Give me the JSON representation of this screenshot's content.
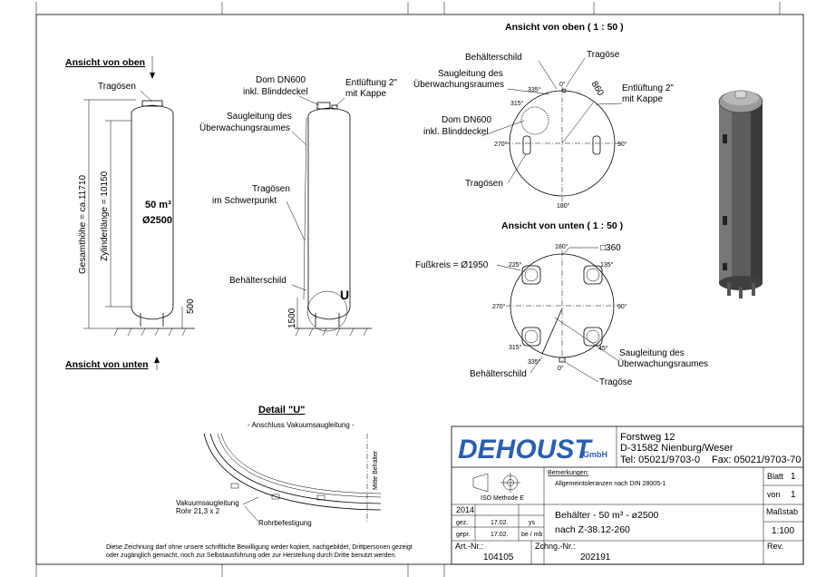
{
  "views": {
    "top_label": "Ansicht von oben",
    "bottom_label": "Ansicht von unten",
    "top_scale": "Ansicht von oben ( 1 : 50 )",
    "bottom_scale": "Ansicht von unten ( 1 : 50 )",
    "detail_title": "Detail \"U\"",
    "detail_sub": "- Anschluss Vakuumsaugleitung -"
  },
  "front": {
    "tragoesen": "Tragösen",
    "gesamthoehe": "Gesamthöhe = ca.11710",
    "zylinderlaenge": "Zylinderlänge = 10150",
    "volume": "50 m³",
    "diameter": "Ø2500",
    "dim_500": "500"
  },
  "side": {
    "dom1": "Dom DN600",
    "dom2": "inkl. Blinddeckel",
    "entl1": "Entlüftung 2\"",
    "entl2": "mit Kappe",
    "saug1": "Saugleitung des",
    "saug2": "Überwachungsraumes",
    "trag1": "Tragösen",
    "trag2": "im Schwerpunkt",
    "schild": "Behälterschild",
    "u": "U",
    "dim_1500": "1500"
  },
  "top_view": {
    "schild": "Behälterschild",
    "tragoese": "Tragöse",
    "saug1": "Saugleitung des",
    "saug2": "Überwachungsraumes",
    "dom1": "Dom DN600",
    "dom2": "inkl. Blinddeckel",
    "entl1": "Entlüftung 2\"",
    "entl2": "mit Kappe",
    "tragoesen": "Tragösen",
    "dim_860": "860",
    "a0": "0°",
    "a90": "90°",
    "a180": "180°",
    "a270": "270°",
    "a315": "315°",
    "a335": "335°"
  },
  "bottom_view": {
    "fusskreis": "Fußkreis = Ø1950",
    "sq360": "□360",
    "saug1": "Saugleitung des",
    "saug2": "Überwachungsraumes",
    "schild": "Behälterschild",
    "tragoese": "Tragöse",
    "a180": "180°",
    "a225": "225°",
    "a135": "135°",
    "a270": "270°",
    "a90": "90°",
    "a315": "315°",
    "a45": "45°",
    "a335": "335°",
    "a0": "0°"
  },
  "detail": {
    "vak1": "Vakuumsaugleitung",
    "vak2": "Rohr 21,3 x 2",
    "rohrbef": "Rohrbefestigung",
    "mitte": "Mitte Behälter"
  },
  "disclaimer1": "Diese Zeichnung darf ohne unsere schriftliche Bewilligung weder kopiert, nachgebildet, Drittpersonen gezeigt",
  "disclaimer2": "oder zugänglich gemacht, noch zur Selbstausführung oder zur Herstellung durch Dritte benutzt werden.",
  "title_block": {
    "logo": "DEHOUST",
    "logo_suffix": "GmbH",
    "street": "Forstweg 12",
    "city": "D-31582 Nienburg/Weser",
    "tel": "Tel: 05021/9703-0",
    "fax": "Fax: 05021/9703-70",
    "iso": "ISO Methode E",
    "bemerkungen": "Bemerkungen:",
    "toleranz": "Allgemeintoleranzen nach DIN 28005-1",
    "blatt_label": "Blatt",
    "blatt_value": "1",
    "von_label": "von",
    "von_value": "1",
    "year": "2014",
    "gez_label": "gez.",
    "gez_date": "17.02.",
    "gez_name": "ys",
    "gepr_label": "gepr.",
    "gepr_date": "17.02.",
    "gepr_name": "be / mb",
    "title1": "Behälter - 50 m³ - ø2500",
    "title2": "nach Z-38.12-260",
    "massstab_label": "Maßstab",
    "massstab_value": "1:100",
    "art_label": "Art.-Nr.:",
    "art_value": "104105",
    "zchng_label": "Zchng.-Nr.:",
    "zchng_value": "202191",
    "rev_label": "Rev."
  }
}
